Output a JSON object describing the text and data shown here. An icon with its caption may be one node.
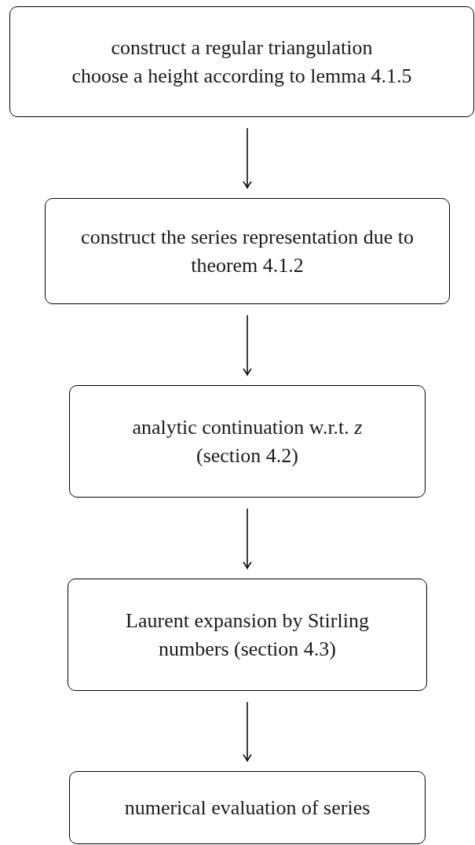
{
  "diagram": {
    "nodes": [
      {
        "text": [
          "construct a regular triangulation",
          "choose a height according to lemma 4.1.5"
        ]
      },
      {
        "text": [
          "construct the series representation due to theorem 4.1.2"
        ]
      },
      {
        "text": [
          "analytic continuation w.r.t. *z* (section 4.2)"
        ]
      },
      {
        "text": [
          "Laurent expansion by Stirling numbers (section 4.3)"
        ]
      },
      {
        "text": [
          "numerical evaluation of series"
        ]
      }
    ],
    "edges": [
      {
        "from": 0,
        "to": 1,
        "arrow": "to"
      },
      {
        "from": 1,
        "to": 2,
        "arrow": "to"
      },
      {
        "from": 2,
        "to": 3,
        "arrow": "to"
      },
      {
        "from": 3,
        "to": 4,
        "arrow": "to"
      }
    ]
  }
}
